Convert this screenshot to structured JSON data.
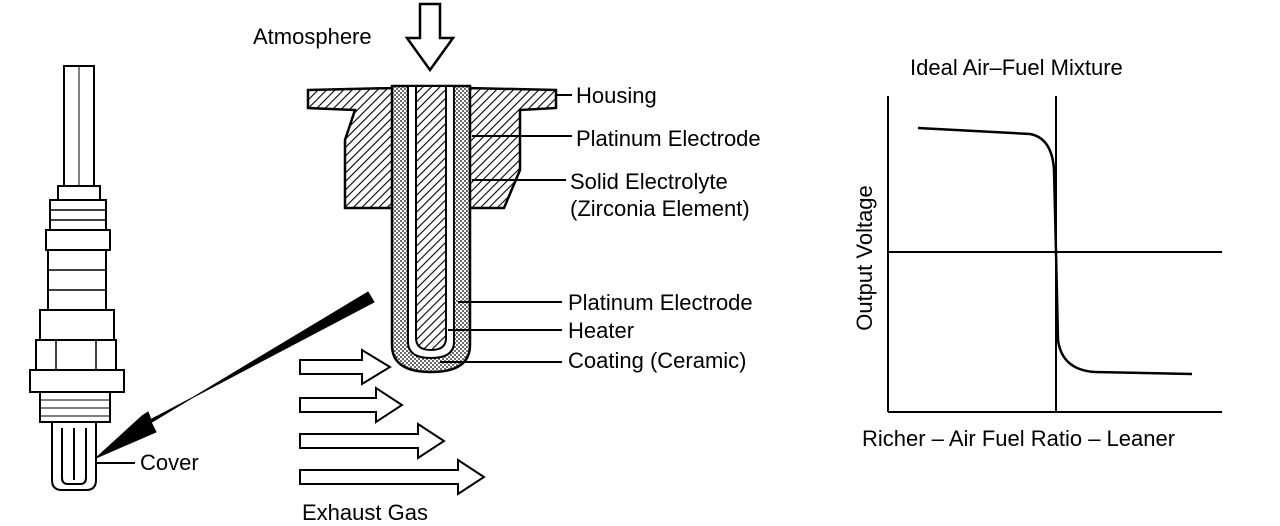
{
  "labels": {
    "atmosphere": "Atmosphere",
    "housing": "Housing",
    "platinum_electrode_outer": "Platinum Electrode",
    "solid_electrolyte": "Solid Electrolyte",
    "zirconia_element": "(Zirconia Element)",
    "platinum_electrode_inner": "Platinum Electrode",
    "heater": "Heater",
    "coating": "Coating (Ceramic)",
    "cover": "Cover",
    "exhaust_gas": "Exhaust Gas"
  },
  "graph": {
    "title": "Ideal Air–Fuel Mixture",
    "ylabel": "Output Voltage",
    "xlabel": "Richer – Air Fuel Ratio – Leaner"
  },
  "colors": {
    "ink": "#000000",
    "paper": "#ffffff"
  }
}
